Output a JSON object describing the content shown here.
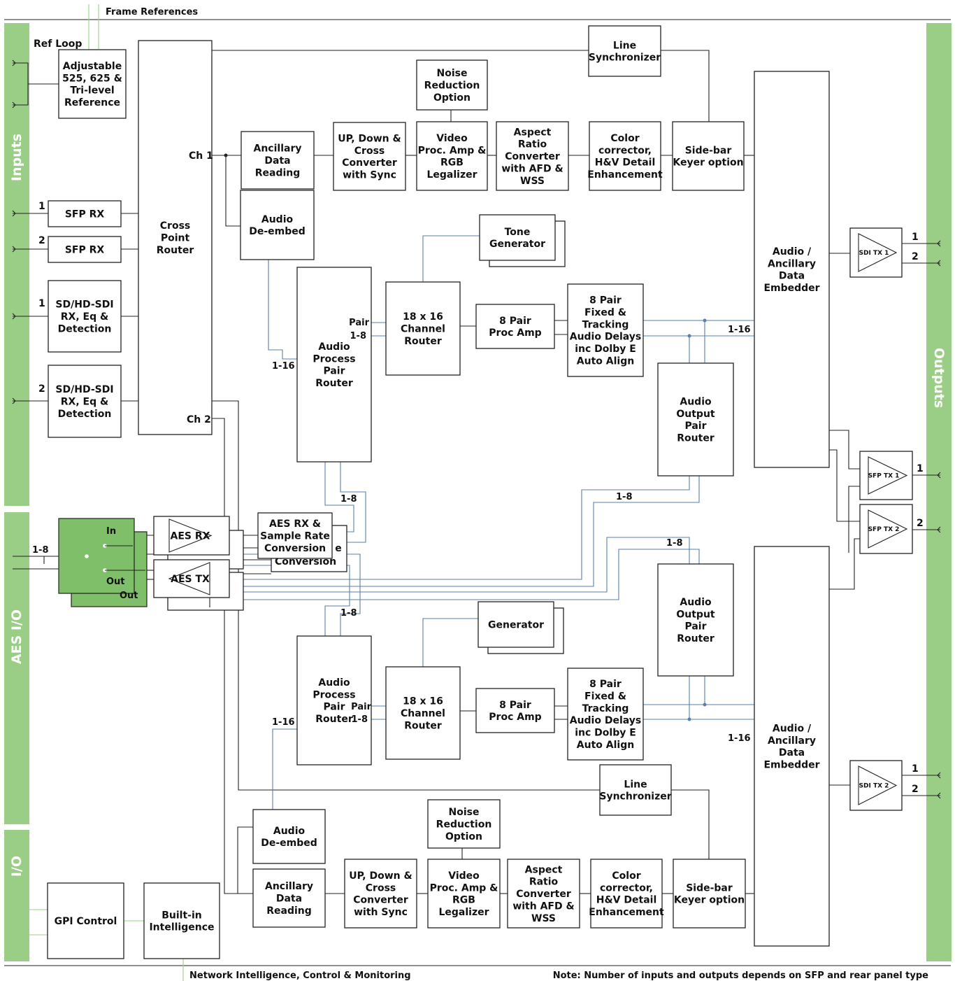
{
  "colors": {
    "band": "#9acd85",
    "band_text": "#ffffff",
    "box_stroke": "#222222",
    "audio_line": "#5b7fae",
    "ref_line": "#9ccf8b"
  },
  "header": {
    "frame_references": "Frame References"
  },
  "footer": {
    "network": "Network Intelligence, Control & Monitoring",
    "note": "Note: Number of inputs and outputs depends on SFP and rear panel type"
  },
  "bands": {
    "inputs": "Inputs",
    "aes_io": "AES I/O",
    "io": "I/O",
    "outputs": "Outputs"
  },
  "labels": {
    "ref_loop": "Ref Loop",
    "ch1": "Ch 1",
    "ch2": "Ch 2",
    "in_1a": "1",
    "in_2a": "2",
    "in_1b": "1",
    "in_2b": "2",
    "pair_top": "Pair",
    "pair_top2": "1-8",
    "pair_bot": "Pair",
    "pair_bot2": "1-8",
    "r116_top": "1-16",
    "r116_bot": "1-16",
    "o116_top": "1-16",
    "o116_bot": "1-16",
    "r18_a": "1-8",
    "r18_b": "1-8",
    "r18_c": "1-8",
    "r18_d": "1-8",
    "aes_18": "1-8",
    "sw_in": "In",
    "sw_out": "Out",
    "sw_out_back": "Out",
    "out1_a": "1",
    "out2_a": "2",
    "sfp1": "1",
    "sfp2": "2",
    "out1_b": "1",
    "out2_b": "2"
  },
  "blocks": {
    "ref": [
      "Adjustable",
      "525, 625 &",
      "Tri-level",
      "Reference"
    ],
    "sfp_rx1": [
      "SFP RX"
    ],
    "sfp_rx2": [
      "SFP RX"
    ],
    "sdi_rx1": [
      "SD/HD-SDI",
      "RX, Eq &",
      "Detection"
    ],
    "sdi_rx2": [
      "SD/HD-SDI",
      "RX, Eq &",
      "Detection"
    ],
    "xpoint": [
      "Cross",
      "Point",
      "Router"
    ],
    "line_sync_top": [
      "Line",
      "Synchronizer"
    ],
    "noise_top": [
      "Noise",
      "Reduction",
      "Option"
    ],
    "anc_top": [
      "Ancillary",
      "Data",
      "Reading"
    ],
    "updown_top": [
      "UP, Down &",
      "Cross",
      "Converter",
      "with Sync"
    ],
    "procamp_top": [
      "Video",
      "Proc. Amp &",
      "RGB",
      "Legalizer"
    ],
    "aspect_top": [
      "Aspect",
      "Ratio",
      "Converter",
      "with AFD &",
      "WSS"
    ],
    "color_top": [
      "Color",
      "corrector,",
      "H&V Detail",
      "Enhancement"
    ],
    "sidebar_top": [
      "Side-bar",
      "Keyer option"
    ],
    "deembed_top": [
      "Audio",
      "De-embed"
    ],
    "tone_top": [
      "Tone",
      "Generator"
    ],
    "apr_top": [
      "Audio",
      "Process",
      "Pair",
      "Router"
    ],
    "chr_top": [
      "18 x 16",
      "Channel",
      "Router"
    ],
    "pa_top": [
      "8 Pair",
      "Proc Amp"
    ],
    "delay_top": [
      "8 Pair",
      "Fixed &",
      "Tracking",
      "Audio Delays",
      "inc Dolby E",
      "Auto Align"
    ],
    "aopr_top": [
      "Audio",
      "Output",
      "Pair",
      "Router"
    ],
    "embed_top": [
      "Audio /",
      "Ancillary",
      "Data",
      "Embedder"
    ],
    "sditx1": [
      "SDI TX 1"
    ],
    "sfptx1": [
      "SFP TX 1"
    ],
    "sfptx2": [
      "SFP TX 2"
    ],
    "aesrx": [
      "AES RX"
    ],
    "aestx": [
      "AES TX"
    ],
    "aes_src": [
      "AES RX &",
      "Sample Rate",
      "Conversion"
    ],
    "aes_src_back_a": [
      "e"
    ],
    "aes_src_back_b": [
      "Conversion"
    ],
    "aopr_bot": [
      "Audio",
      "Output",
      "Pair",
      "Router"
    ],
    "gen_bot": [
      "Generator"
    ],
    "apr_bot": [
      "Audio",
      "Process",
      "Pair",
      "Router"
    ],
    "chr_bot": [
      "18 x 16",
      "Channel",
      "Router"
    ],
    "pa_bot": [
      "8 Pair",
      "Proc Amp"
    ],
    "delay_bot": [
      "8 Pair",
      "Fixed &",
      "Tracking",
      "Audio Delays",
      "inc Dolby E",
      "Auto Align"
    ],
    "embed_bot": [
      "Audio /",
      "Ancillary",
      "Data",
      "Embedder"
    ],
    "sditx2": [
      "SDI TX 2"
    ],
    "line_sync_bot": [
      "Line",
      "Synchronizer"
    ],
    "deembed_bot": [
      "Audio",
      "De-embed"
    ],
    "noise_bot": [
      "Noise",
      "Reduction",
      "Option"
    ],
    "anc_bot": [
      "Ancillary",
      "Data",
      "Reading"
    ],
    "updown_bot": [
      "UP, Down &",
      "Cross",
      "Converter",
      "with Sync"
    ],
    "procamp_bot": [
      "Video",
      "Proc. Amp &",
      "RGB",
      "Legalizer"
    ],
    "aspect_bot": [
      "Aspect",
      "Ratio",
      "Converter",
      "with AFD &",
      "WSS"
    ],
    "color_bot": [
      "Color",
      "corrector,",
      "H&V Detail",
      "Enhancement"
    ],
    "sidebar_bot": [
      "Side-bar",
      "Keyer option"
    ],
    "gpi": [
      "GPI Control"
    ],
    "builtin": [
      "Built-in",
      "Intelligence"
    ]
  }
}
